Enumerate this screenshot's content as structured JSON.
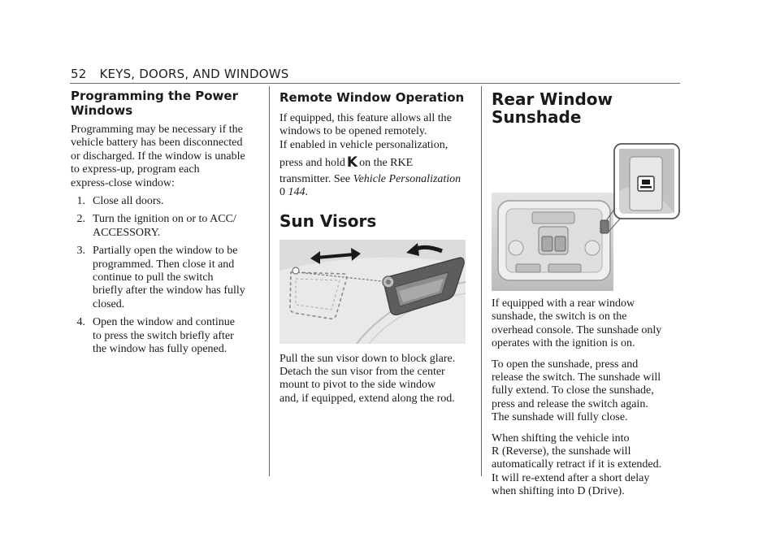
{
  "header": {
    "page_number": "52",
    "section": "KEYS, DOORS, AND WINDOWS"
  },
  "col1": {
    "heading_line1": "Programming the Power",
    "heading_line2": "Windows",
    "intro": [
      "Programming may be necessary if the",
      "vehicle battery has been disconnected",
      "or discharged. If the window is unable",
      "to express-up, program each",
      "express-close window:"
    ],
    "steps": [
      {
        "num": "1.",
        "lines": [
          "Close all doors."
        ]
      },
      {
        "num": "2.",
        "lines": [
          "Turn the ignition on or to ACC/",
          "ACCESSORY."
        ]
      },
      {
        "num": "3.",
        "lines": [
          "Partially open the window to be",
          "programmed. Then close it and",
          "continue to pull the switch",
          "briefly after the window has fully",
          "closed."
        ]
      },
      {
        "num": "4.",
        "lines": [
          "Open the window and continue",
          "to press the switch briefly after",
          "the window has fully opened."
        ]
      }
    ]
  },
  "col2": {
    "heading": "Remote Window Operation",
    "p1": [
      "If equipped, this feature allows all the",
      "windows to be opened remotely."
    ],
    "p2_line1": "If enabled in vehicle personalization,",
    "p2_press": "press and hold",
    "key_symbol": "K",
    "p2_after_key": "on the RKE",
    "p2_see": "transmitter. See",
    "p2_ref": "Vehicle Personalization",
    "p2_page_glyph": "0",
    "p2_page": "144",
    "p2_end": ".",
    "heading2": "Sun Visors",
    "p3": [
      "Pull the sun visor down to block glare.",
      "Detach the sun visor from the center",
      "mount to pivot to the side window",
      "and, if equipped, extend along the rod."
    ]
  },
  "col3": {
    "heading": "Rear Window Sunshade",
    "p1": [
      "If equipped with a rear window",
      "sunshade, the switch is on the",
      "overhead console. The sunshade only",
      "operates with the ignition is on."
    ],
    "p2": [
      "To open the sunshade, press and",
      "release the switch. The sunshade will",
      "fully extend. To close the sunshade,",
      "press and release the switch again.",
      "The sunshade will fully close."
    ],
    "p3": [
      "When shifting the vehicle into",
      "R (Reverse), the sunshade will",
      "automatically retract if it is extended.",
      "It will re-extend after a short delay",
      "when shifting into D (Drive)."
    ]
  }
}
